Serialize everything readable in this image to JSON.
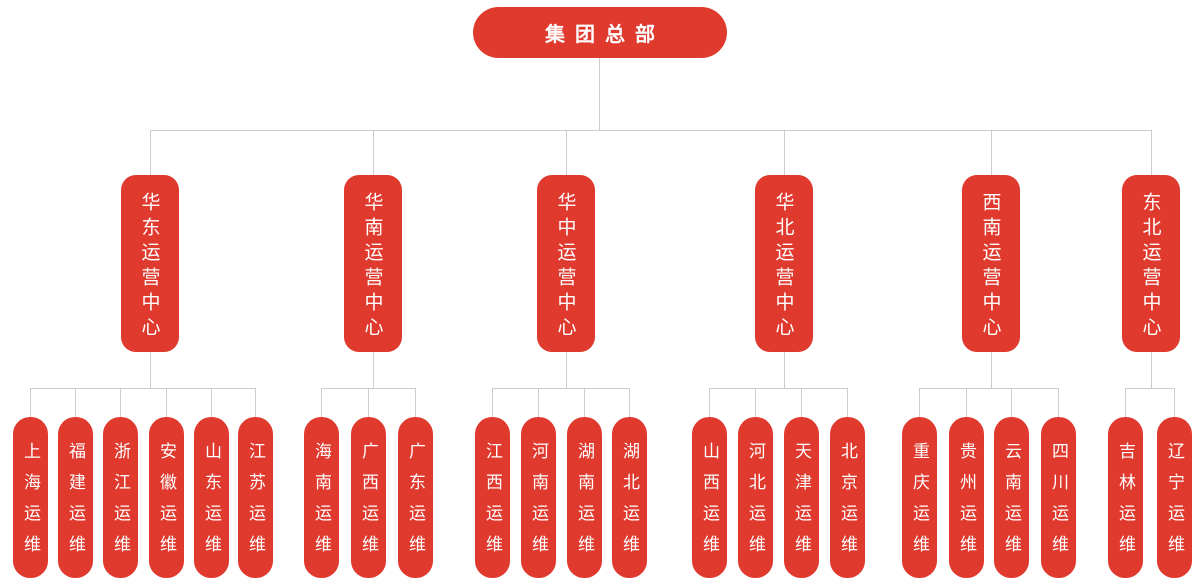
{
  "colors": {
    "node_red": "#e0392e",
    "line_gray": "#cccccc",
    "text_white": "#ffffff",
    "background_white": "#ffffff"
  },
  "root": {
    "label": "集团总部"
  },
  "groups": [
    {
      "label": "华东运营中心",
      "children": [
        "上海运维",
        "福建运维",
        "浙江运维",
        "安徽运维",
        "山东运维",
        "江苏运维"
      ]
    },
    {
      "label": "华南运营中心",
      "children": [
        "海南运维",
        "广西运维",
        "广东运维"
      ]
    },
    {
      "label": "华中运营中心",
      "children": [
        "江西运维",
        "河南运维",
        "湖南运维",
        "湖北运维"
      ]
    },
    {
      "label": "华北运营中心",
      "children": [
        "山西运维",
        "河北运维",
        "天津运维",
        "北京运维"
      ]
    },
    {
      "label": "西南运营中心",
      "children": [
        "重庆运维",
        "贵州运维",
        "云南运维",
        "四川运维"
      ]
    },
    {
      "label": "东北运营中心",
      "children": [
        "吉林运维",
        "辽宁运维"
      ]
    }
  ]
}
